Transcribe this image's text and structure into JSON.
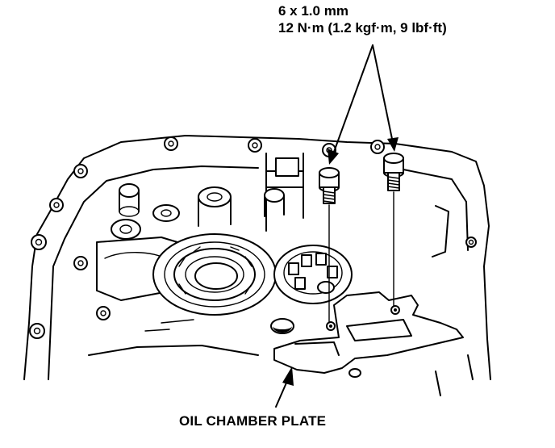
{
  "callouts": {
    "bolt_size": "6 x 1.0 mm",
    "bolt_torque": "12 N·m (1.2 kgf·m, 9 lbf·ft)",
    "part_name": "OIL CHAMBER PLATE"
  },
  "colors": {
    "ink": "#000000",
    "paper": "#ffffff"
  }
}
